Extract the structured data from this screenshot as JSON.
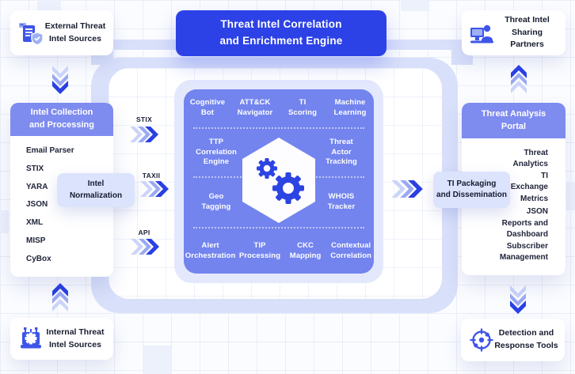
{
  "header": {
    "lines": [
      "Threat Intel Correlation",
      "and Enrichment Engine"
    ]
  },
  "corner_cards": {
    "top_left": {
      "icon": "shield-document-icon",
      "lines": [
        "External Threat",
        "Intel Sources"
      ]
    },
    "top_right": {
      "icon": "analyst-workstation-icon",
      "lines": [
        "Threat Intel",
        "Sharing Partners"
      ]
    },
    "bottom_left": {
      "icon": "chip-device-icon",
      "lines": [
        "Internal Threat",
        "Intel Sources"
      ]
    },
    "bottom_right": {
      "icon": "target-icon",
      "lines": [
        "Detection and",
        "Response Tools"
      ]
    }
  },
  "left_panel": {
    "header_lines": [
      "Intel Collection",
      "and Processing"
    ],
    "items": [
      "Email Parser",
      "STIX",
      "YARA",
      "JSON",
      "XML",
      "MISP",
      "CyBox"
    ]
  },
  "normalization_chip": {
    "lines": [
      "Intel",
      "Normalization"
    ]
  },
  "flow_arrows": [
    {
      "label": "STIX"
    },
    {
      "label": "TAXII"
    },
    {
      "label": "API"
    }
  ],
  "packaging_chip": {
    "lines": [
      "TI Packaging",
      "and Dissemination"
    ]
  },
  "right_panel": {
    "header_lines": [
      "Threat Analysis",
      "Portal"
    ],
    "items": [
      [
        "Threat",
        "Analytics"
      ],
      [
        "TI",
        "Exchange"
      ],
      [
        "Metrics"
      ],
      [
        "JSON"
      ],
      [
        "Reports and",
        "Dashboard"
      ],
      [
        "Subscriber",
        "Management"
      ]
    ]
  },
  "engine": {
    "row1": [
      [
        "Cognitive",
        "Bot"
      ],
      [
        "ATT&CK",
        "Navigator"
      ],
      [
        "TI",
        "Scoring"
      ],
      [
        "Machine",
        "Learning"
      ]
    ],
    "row2": [
      [
        "TTP",
        "Correlation",
        "Engine"
      ],
      [
        "Threat",
        "Actor",
        "Tracking"
      ]
    ],
    "row3": [
      [
        "Geo",
        "Tagging"
      ],
      [
        "WHOIS",
        "Tracker"
      ]
    ],
    "row4": [
      [
        "Alert",
        "Orchestration"
      ],
      [
        "TIP",
        "Processing"
      ],
      [
        "CKC",
        "Mapping"
      ],
      [
        "Contextual",
        "Correlation"
      ]
    ]
  },
  "colors": {
    "primary_blue": "#2c42e6",
    "panel_header_purple": "#7e8bef",
    "engine_fill": "#7384ee",
    "band_lavender": "#d9e0fa",
    "chip_lavender": "#dce3fc",
    "arrow_dark": "#2940e2",
    "arrow_mid": "#9aa9f3",
    "arrow_light": "#cbd4f9",
    "icon_blue": "#3e55e9"
  }
}
